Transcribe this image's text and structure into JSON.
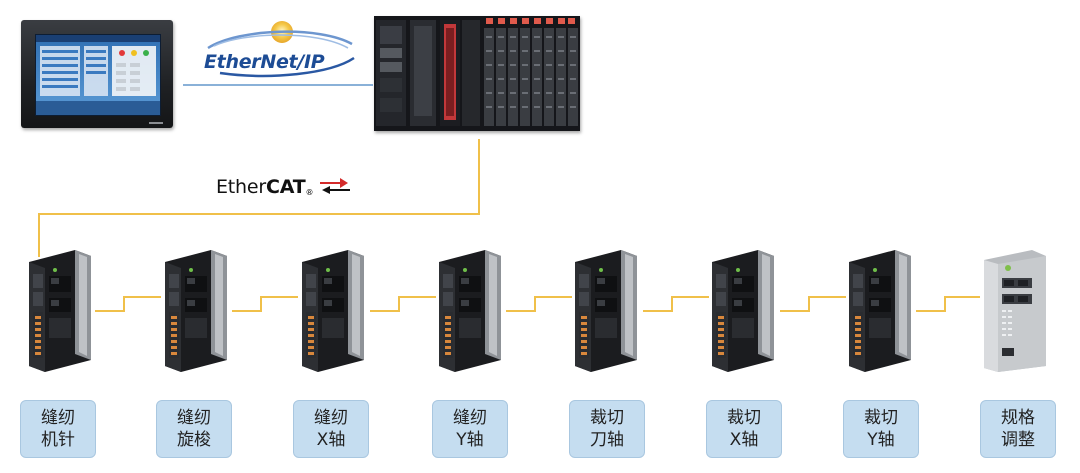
{
  "protocols": {
    "top": "EtherNet/IP",
    "fieldbus": {
      "light": "Ether",
      "bold": "CAT",
      "mark": "®"
    }
  },
  "devices": [
    {
      "line1": "缝纫",
      "line2": "机针"
    },
    {
      "line1": "缝纫",
      "line2": "旋梭"
    },
    {
      "line1": "缝纫",
      "line2": "X轴"
    },
    {
      "line1": "缝纫",
      "line2": "Y轴"
    },
    {
      "line1": "裁切",
      "line2": "刀轴"
    },
    {
      "line1": "裁切",
      "line2": "X轴"
    },
    {
      "line1": "裁切",
      "line2": "Y轴"
    },
    {
      "line1": "规格",
      "line2": "调整"
    }
  ],
  "colors": {
    "network_line": "#f0c04a",
    "label_bg": "#c5ddf0",
    "ethernet_ip_blue": "#1d4c95",
    "ethercat_red": "#d42b2b"
  }
}
